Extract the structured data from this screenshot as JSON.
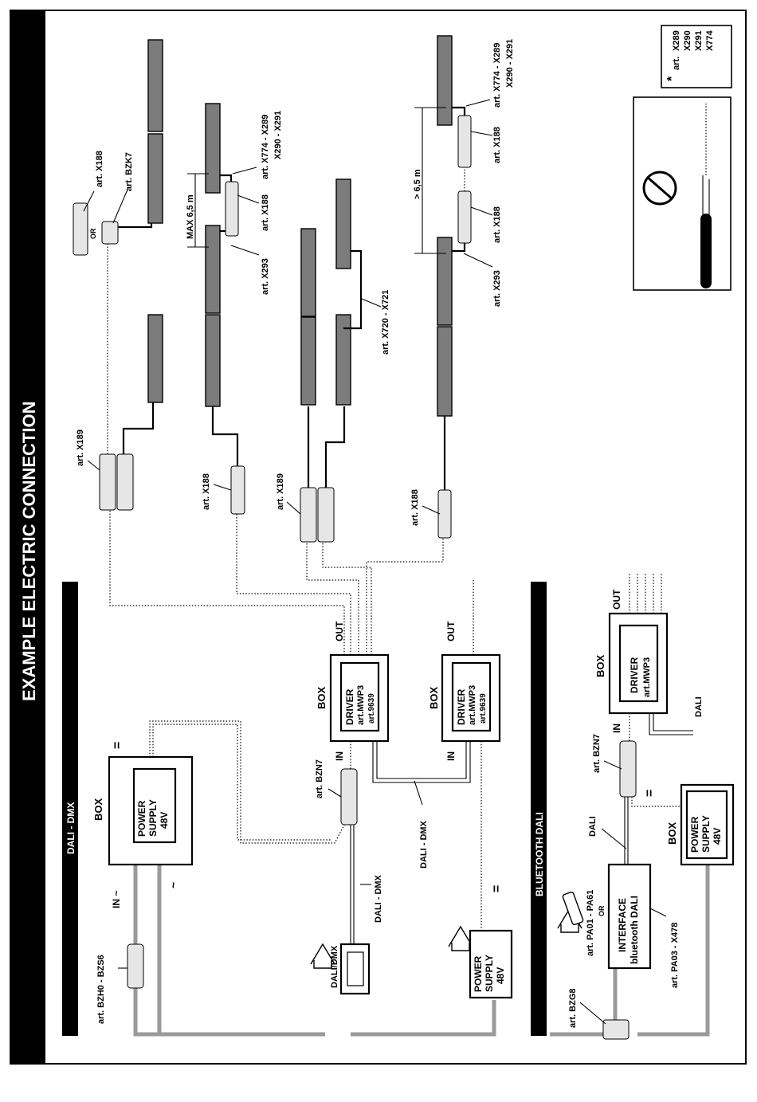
{
  "title": "EXAMPLE ELECTRIC CONNECTION",
  "sections": {
    "dali_dmx": "DALI - DMX",
    "bluetooth_dali": "BLUETOOTH DALI"
  },
  "labels": {
    "in_ac": "IN ~",
    "ac": "~",
    "dc": "=",
    "box": "BOX",
    "in": "IN",
    "out": "OUT",
    "dali": "DALI",
    "dali_dmx": "DALI - DMX",
    "dali_dmx_ctrl": "DALI/DMX",
    "or": "OR",
    "max65": "MAX 6,5 m",
    "gt65": "> 6,5 m",
    "star": "*"
  },
  "power_supply": {
    "line1": "POWER",
    "line2": "SUPPLY",
    "line3": "48V"
  },
  "driver": {
    "line1": "DRIVER",
    "line2": "art.MWP3",
    "line3": "art.9639"
  },
  "interface": {
    "line1": "INTERFACE",
    "line2": "bluetooth DALI"
  },
  "articles": {
    "bzh0": "art. BZH0 - BZS6",
    "bzn7": "art. BZN7",
    "bzk7": "art. BZK7",
    "x188": "art. X188",
    "x189": "art. X189",
    "x293": "art. X293",
    "x774a": "art. X774 - X289",
    "x774b": "X290 - X291",
    "x720": "art. X720 - X721",
    "bzg8": "art. BZG8",
    "pa01": "art. PA01 - PA61",
    "pa03": "art. PA03 - X478"
  },
  "legend": {
    "prefix": "art.",
    "items": [
      "X289",
      "X290",
      "X291",
      "X774"
    ]
  }
}
